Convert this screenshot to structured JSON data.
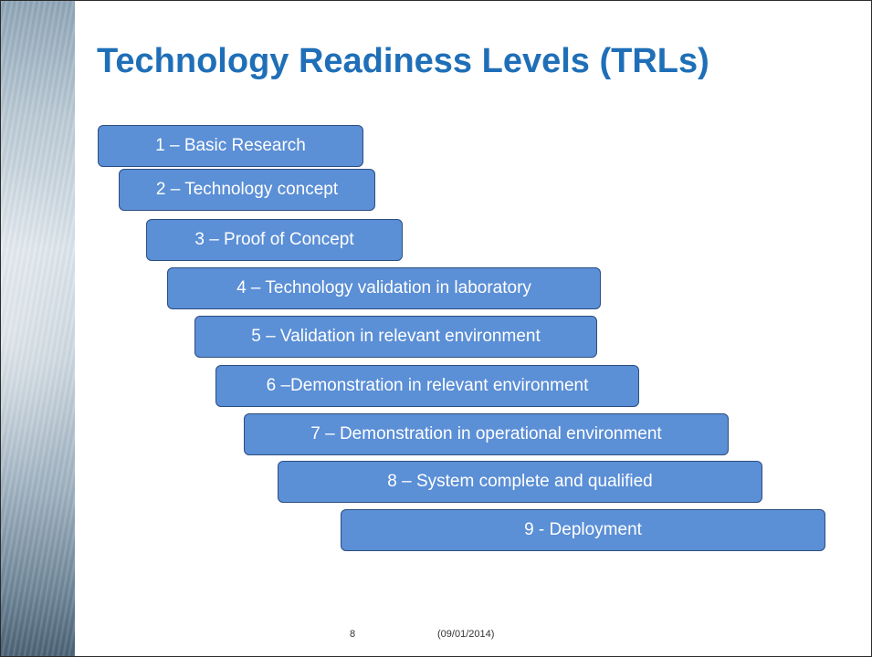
{
  "title": "Technology Readiness Levels (TRLs)",
  "steps": [
    "1 – Basic Research",
    "2 – Technology concept",
    "3 – Proof of Concept",
    "4 – Technology validation in laboratory",
    "5 – Validation in relevant environment",
    "6 –Demonstration in relevant environment",
    "7 – Demonstration in operational environment",
    "8 – System complete and qualified",
    "9 - Deployment"
  ],
  "footer": {
    "page_number": "8",
    "date": "(09/01/2014)"
  },
  "colors": {
    "title": "#1f6fb8",
    "box_fill": "#5b8fd6",
    "box_border": "#2c4e80",
    "box_text": "#ffffff"
  }
}
